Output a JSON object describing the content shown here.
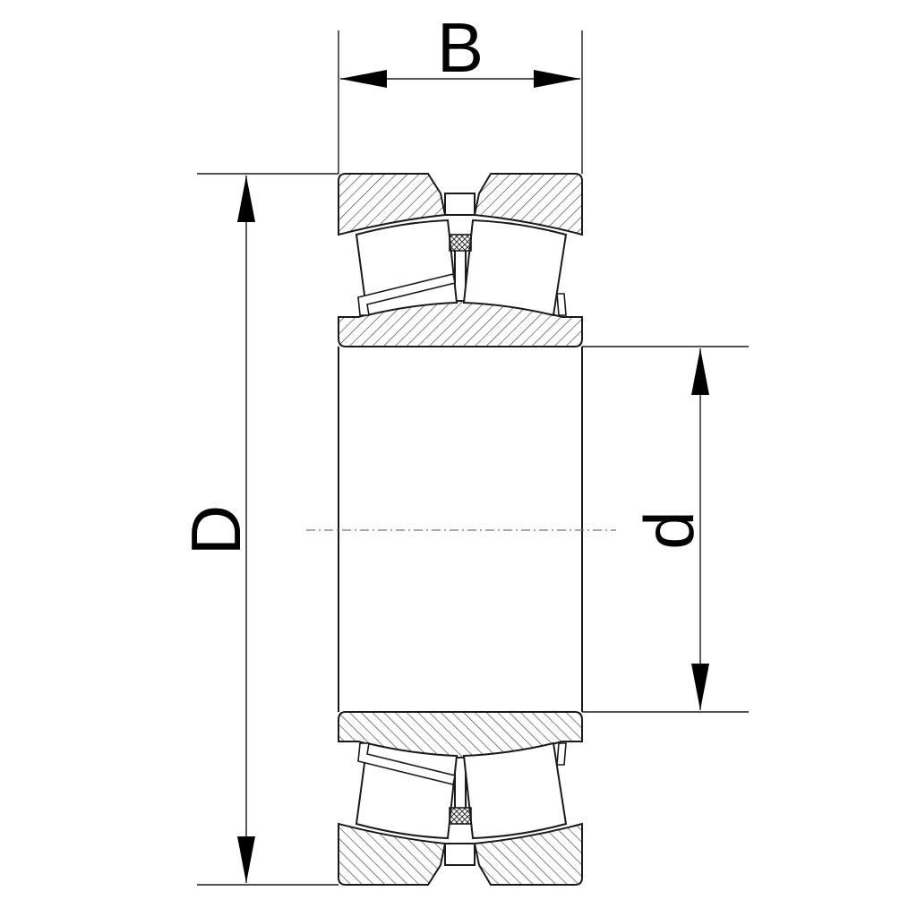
{
  "dimensions": {
    "width_label": "B",
    "outer_diameter_label": "D",
    "bore_diameter_label": "d"
  },
  "style": {
    "line_color": "#1a1a1a",
    "background": "#ffffff"
  }
}
